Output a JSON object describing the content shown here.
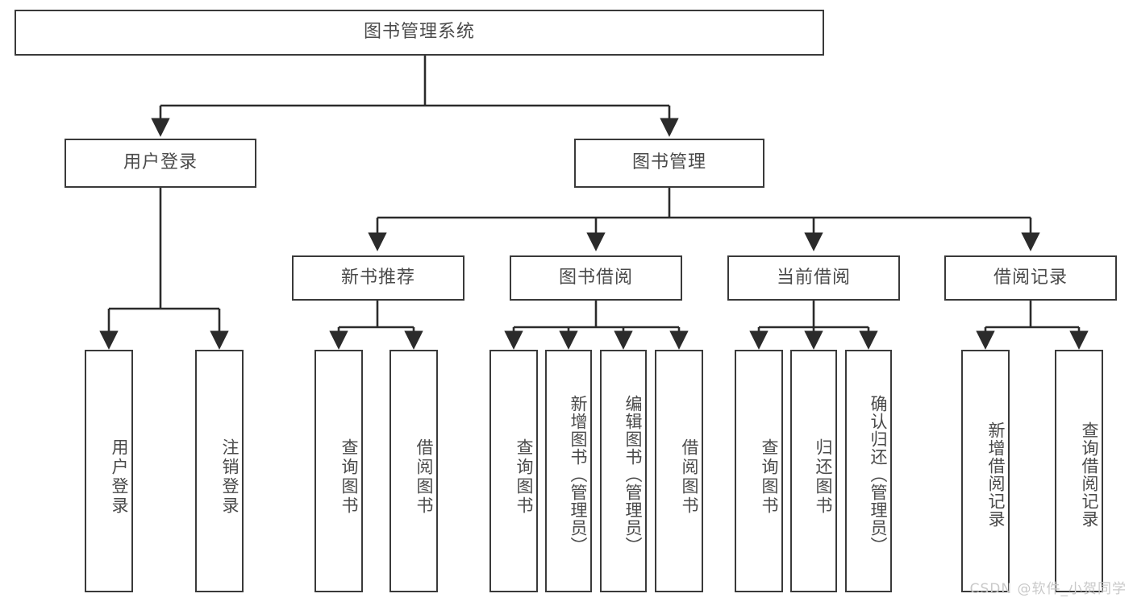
{
  "diagram": {
    "type": "tree-hierarchy",
    "title": "图书管理系统",
    "colors": {
      "box_border": "#3a3a3a",
      "box_fill": "#ffffff",
      "text": "#4a4a4a",
      "connector": "#2b2b2b",
      "watermark": "#c9c9c9",
      "background": "#ffffff"
    },
    "root": {
      "label": "图书管理系统"
    },
    "level2": [
      {
        "label": "用户登录"
      },
      {
        "label": "图书管理"
      }
    ],
    "level3": [
      {
        "label": "新书推荐"
      },
      {
        "label": "图书借阅"
      },
      {
        "label": "当前借阅"
      },
      {
        "label": "借阅记录"
      }
    ],
    "leaves": {
      "user_login": [
        {
          "label": "用户登录"
        },
        {
          "label": "注销登录"
        }
      ],
      "new_book_recommend": [
        {
          "label": "查询图书"
        },
        {
          "label": "借阅图书"
        }
      ],
      "book_borrow": [
        {
          "label": "查询图书"
        },
        {
          "label": "新增图书（管理员）"
        },
        {
          "label": "编辑图书（管理员）"
        },
        {
          "label": "借阅图书"
        }
      ],
      "current_borrow": [
        {
          "label": "查询图书"
        },
        {
          "label": "归还图书"
        },
        {
          "label": "确认归还（管理员）"
        }
      ],
      "borrow_record": [
        {
          "label": "新增借阅记录"
        },
        {
          "label": "查询借阅记录"
        }
      ]
    },
    "watermark": "CSDN @软件_小贺同学"
  }
}
